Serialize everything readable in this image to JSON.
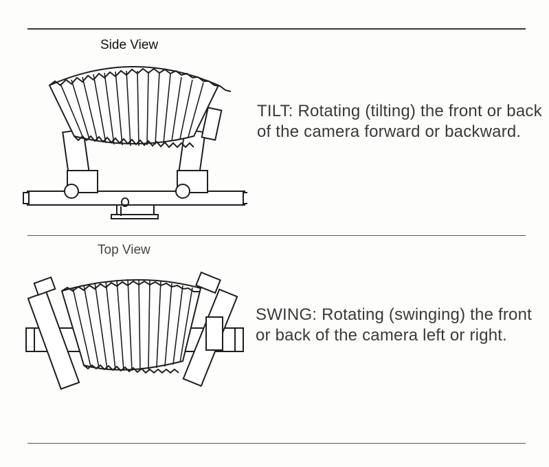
{
  "side_view": {
    "label": "Side View",
    "description_term": "TILT",
    "description_text": ": Rotating (tilting) the front or back of the camera forward or backward."
  },
  "top_view": {
    "label": "Top View",
    "description_term": "SWING",
    "description_text": ": Rotating (swinging) the front or back of the camera left or right."
  }
}
